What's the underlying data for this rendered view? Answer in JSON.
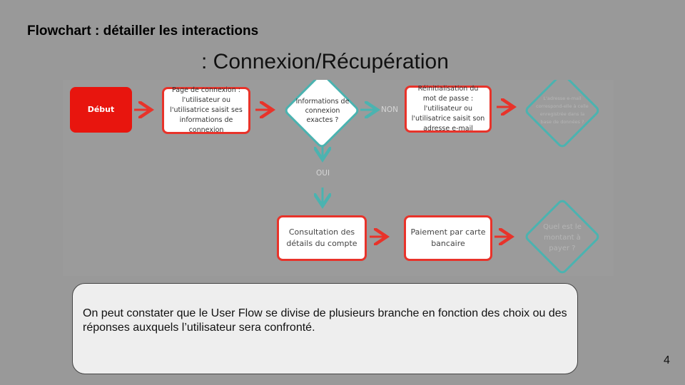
{
  "slide": {
    "title": "Flowchart : détailler les interactions",
    "subtitle": ": Connexion/Récupération",
    "page_number": "4"
  },
  "flow": {
    "start": "Début",
    "login_page": "Page de connexion : l'utilisateur ou l'utilisatrice saisit ses informations de connexion",
    "decision_credentials": "Informations de connexion exactes ?",
    "label_no": "NON",
    "label_yes": "OUI",
    "password_reset": "Réinitialisation du mot de passe : l'utilisateur ou l'utilisatrice saisit son adresse e-mail",
    "decision_email": "L'adresse e-mail correspond-elle à celle enregistrée dans la base de données ?",
    "account_details": "Consultation des détails du compte",
    "card_payment": "Paiement par carte bancaire",
    "decision_amount": "Quel est le montant à payer ?",
    "colors": {
      "red": "#e8332a",
      "teal": "#4bb3b0",
      "start_fill": "#e8150e"
    }
  },
  "note": {
    "text": "On peut constater que le User Flow se divise de plusieurs branche en fonction des choix ou des réponses auxquels l’utilisateur sera confronté."
  }
}
